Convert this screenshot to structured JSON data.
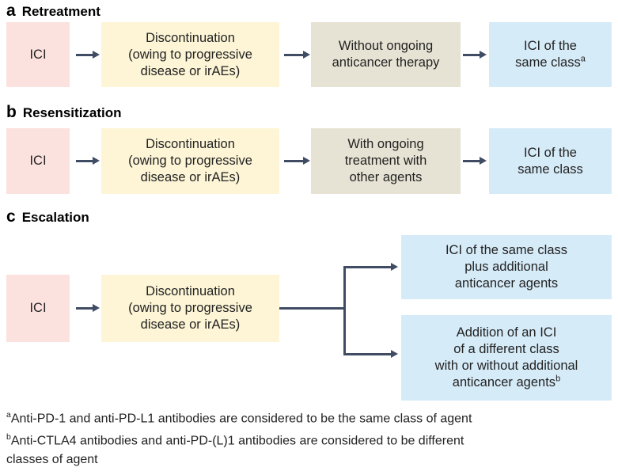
{
  "colors": {
    "box_pink": "#fce2de",
    "box_yellow": "#fdf5d6",
    "box_gray": "#e6e3d4",
    "box_blue": "#d6ebf8",
    "connector": "#3f4c63",
    "text": "#222222"
  },
  "panels": {
    "a": {
      "letter": "a",
      "title": "Retreatment",
      "ici": "ICI",
      "discontinuation": [
        "Discontinuation",
        "(owing to progressive",
        "disease or irAEs)"
      ],
      "status": [
        "Without ongoing",
        "anticancer therapy"
      ],
      "outcome": [
        "ICI of the",
        "same class"
      ],
      "outcome_sup": "a"
    },
    "b": {
      "letter": "b",
      "title": "Resensitization",
      "ici": "ICI",
      "discontinuation": [
        "Discontinuation",
        "(owing to progressive",
        "disease or irAEs)"
      ],
      "status": [
        "With ongoing",
        "treatment with",
        "other agents"
      ],
      "outcome": [
        "ICI of the",
        "same class"
      ]
    },
    "c": {
      "letter": "c",
      "title": "Escalation",
      "ici": "ICI",
      "discontinuation": [
        "Discontinuation",
        "(owing to progressive",
        "disease or irAEs)"
      ],
      "outcome_top": [
        "ICI of the same class",
        "plus additional",
        "anticancer agents"
      ],
      "outcome_bottom": [
        "Addition of an ICI",
        "of a different class",
        "with or without additional",
        "anticancer agents"
      ],
      "outcome_bottom_sup": "b"
    }
  },
  "footnotes": [
    {
      "sup": "a",
      "text": "Anti-PD-1 and anti-PD-L1 antibodies are considered to be the same class of agent"
    },
    {
      "sup": "b",
      "text": [
        "Anti-CTLA4 antibodies and anti-PD-(L)1 antibodies are considered to be different",
        "classes of agent"
      ]
    }
  ]
}
